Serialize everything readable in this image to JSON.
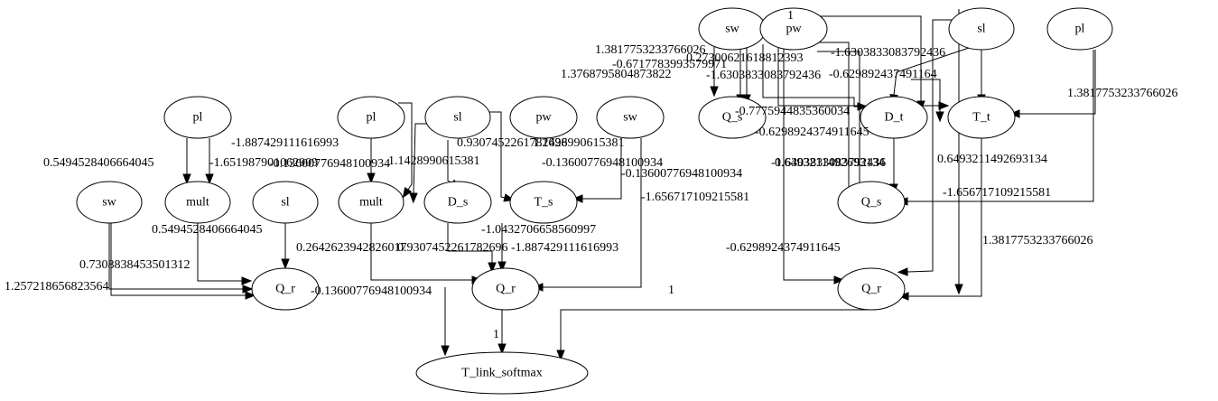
{
  "nodes": {
    "n_pl_a": "pl",
    "n_mult_a": "mult",
    "n_sw_a": "sw",
    "n_sl_a": "sl",
    "n_qr_a": "Q_r",
    "n_pl_b": "pl",
    "n_sl_b": "sl",
    "n_pw_b": "pw",
    "n_sw_b": "sw",
    "n_mult_b": "mult",
    "n_ds_b": "D_s",
    "n_ts_b": "T_s",
    "n_qr_b": "Q_r",
    "n_sw_c": "sw",
    "n_pw_c": "pw",
    "n_sl_c": "sl",
    "n_pl_c": "pl",
    "n_qs_c1": "Q_s",
    "n_dt_c": "D_t",
    "n_tt_c": "T_t",
    "n_qs_c2": "Q_s",
    "n_qr_c": "Q_r",
    "n_out": "T_link_softmax"
  },
  "edge_labels": [
    "0.5494528406664045",
    "-1.651987901062909",
    "0.5494528406664045",
    "0.2642623942826017",
    "0.7308838453501312",
    "1.257218656823564",
    "-1.887429111616993",
    "-0.13600776948100934",
    "1.1428990615381",
    "0.9307452261782696",
    "1.1428990615381",
    "-0.13600776948100934",
    "-0.13600776948100934",
    "-1.0432706658560997",
    "0.9307452261782696",
    "-1.887429111616993",
    "-0.13600776948100934",
    "1",
    "1",
    "1",
    "1.3817753233766026",
    "-0.6717783993579971",
    "1.3768795804873822",
    "0.27300621618812393",
    "-1.6303833083792436",
    "-1.6303833083792436",
    "-0.629892437491164",
    "-0.7775944835360034",
    "-0.6298924374911645",
    "0.6493211492693134",
    "1.3817753233766026",
    "-1.6303833083792436",
    "0.6493211492693134",
    "-1.656717109215581",
    "-1.656717109215581",
    "1.3817753233766026",
    "-0.6298924374911645"
  ]
}
